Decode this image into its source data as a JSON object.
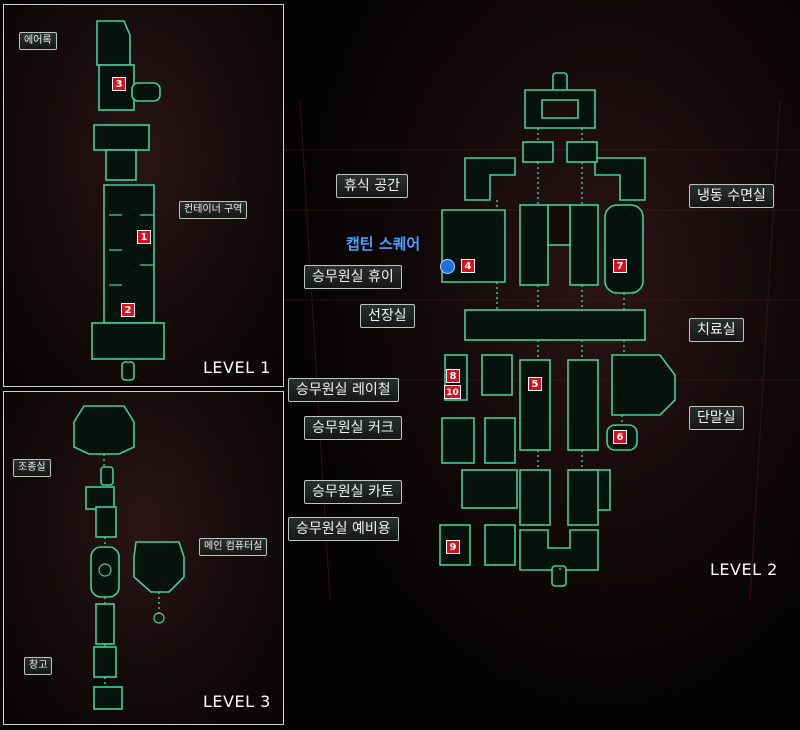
{
  "levels": {
    "level1": {
      "label": "LEVEL 1"
    },
    "level2": {
      "label": "LEVEL 2"
    },
    "level3": {
      "label": "LEVEL 3"
    }
  },
  "level1_callouts": {
    "airlock": "에어록",
    "container_area": "컨테이너 구역"
  },
  "level3_callouts": {
    "cockpit": "조종실",
    "main_computer": "메인 컴퓨터실",
    "storage": "창고"
  },
  "level2_callouts": {
    "lounge": "휴식 공간",
    "crew_hui": "승무원실 휴이",
    "captain_room": "선장실",
    "crew_raychul": "승무원실 레이철",
    "crew_kerk": "승무원실 커크",
    "crew_cato": "승무원실 카토",
    "crew_spare": "승무원실 예비용",
    "cryo": "냉동 수면실",
    "medbay": "치료실",
    "terminal": "단말실"
  },
  "captain_square": "캡틴 스퀘어",
  "markers": {
    "m1": "1",
    "m2": "2",
    "m3": "3",
    "m4": "4",
    "m5": "5",
    "m6": "6",
    "m7": "7",
    "m8": "8",
    "m9": "9",
    "m10": "10"
  },
  "icons": {
    "door_marker": "door-arrow-icon",
    "elevator_marker": "elevator-icon",
    "access_marker": "access-a-icon"
  },
  "colors": {
    "map_line": "#3fcf9a",
    "room_fill": "#06120e",
    "marker_red": "#d7101c",
    "captain_blue": "#1e6fe0",
    "background": "#050304"
  }
}
